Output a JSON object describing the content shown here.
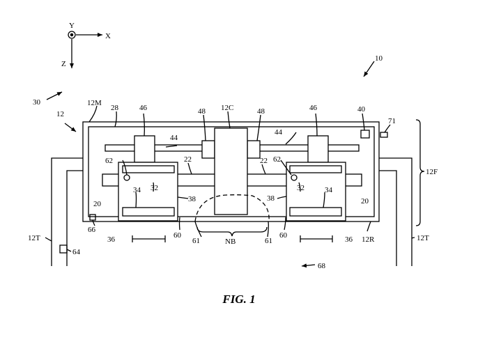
{
  "axes": {
    "y": "Y",
    "x": "X",
    "z": "Z"
  },
  "labels": {
    "l10": "10",
    "l12": "12",
    "l12M": "12M",
    "l12C": "12C",
    "l12F": "12F",
    "l12T_left": "12T",
    "l12T_right": "12T",
    "l12R": "12R",
    "l20_left": "20",
    "l20_right": "20",
    "l22_left": "22",
    "l22_right": "22",
    "l28": "28",
    "l30": "30",
    "l32_left": "32",
    "l32_right": "32",
    "l34_left": "34",
    "l34_right": "34",
    "l36_left": "36",
    "l36_right": "36",
    "l38_left": "38",
    "l38_right": "38",
    "l40": "40",
    "l44_left": "44",
    "l44_right": "44",
    "l46_left": "46",
    "l46_right": "46",
    "l48_left": "48",
    "l48_right": "48",
    "l60_left": "60",
    "l60_right": "60",
    "l61_left": "61",
    "l61_right": "61",
    "l62_left": "62",
    "l62_right": "62",
    "l64": "64",
    "l66": "66",
    "l68": "68",
    "l71": "71",
    "lNB": "NB"
  },
  "caption": "FIG. 1"
}
